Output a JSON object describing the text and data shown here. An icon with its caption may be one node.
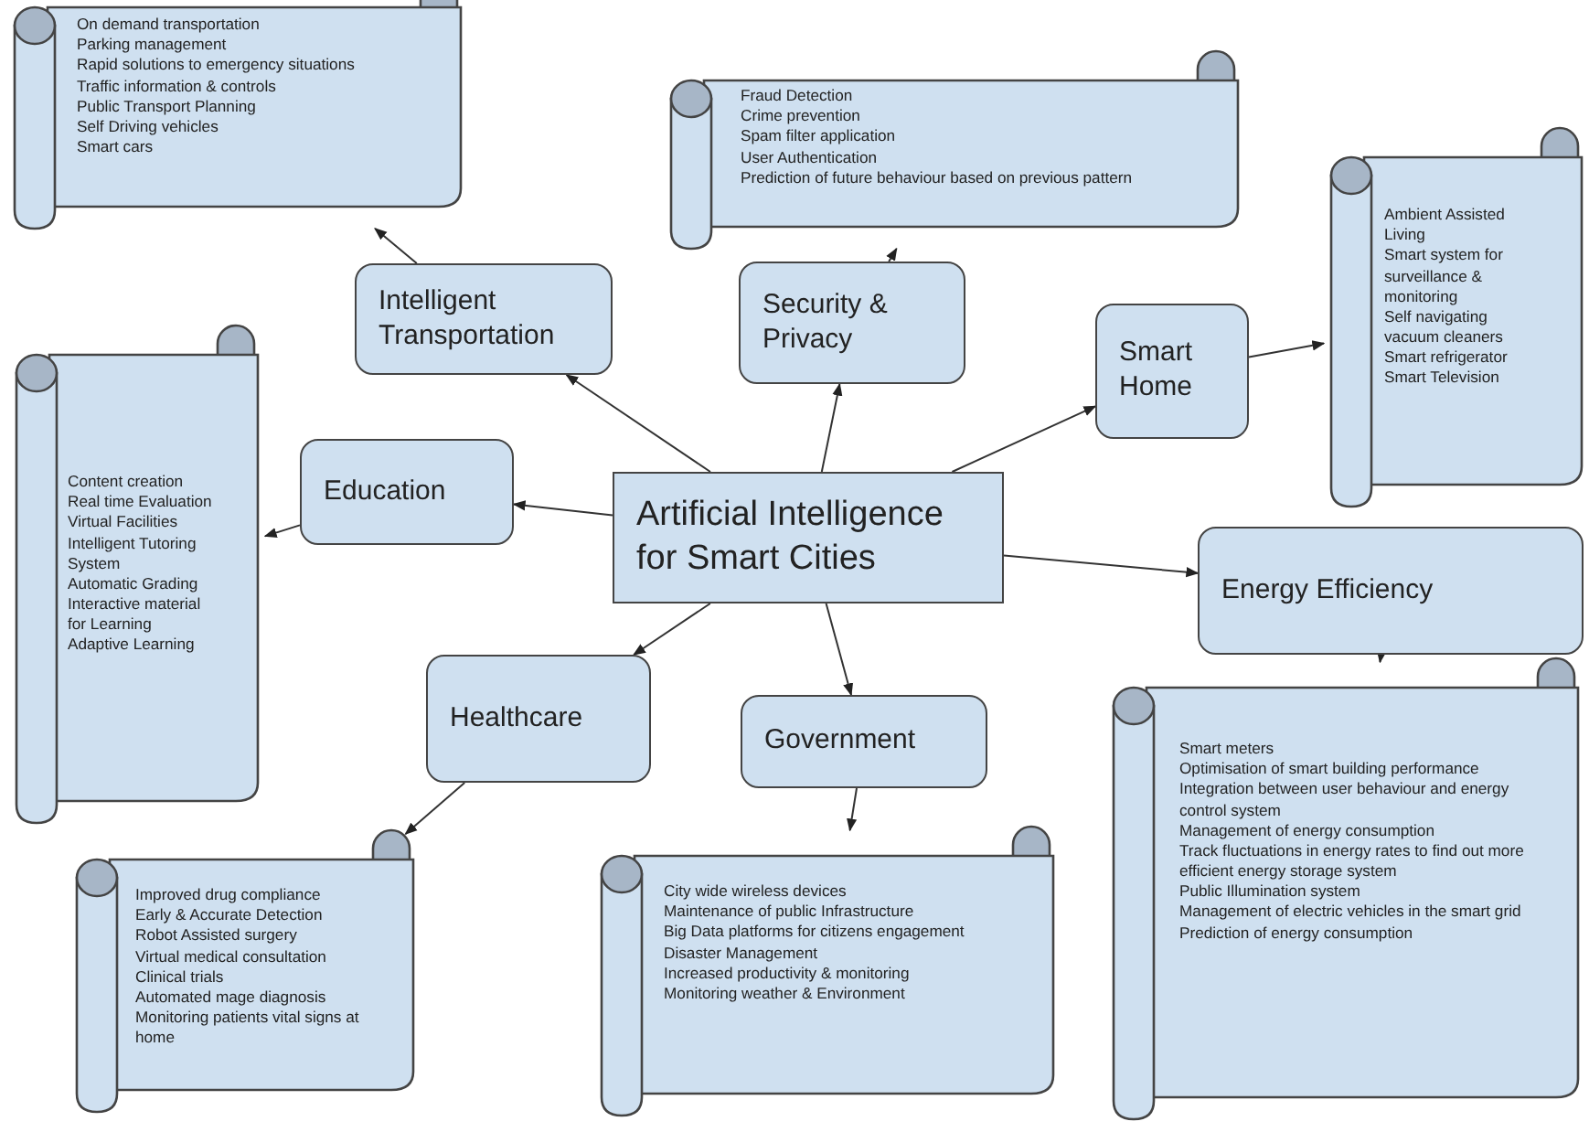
{
  "diagram": {
    "nodes": [
      {
        "text": [
          "Artificial Intelligence for Smart Cities"
        ]
      },
      {
        "text": [
          "Intelligent Transportation"
        ]
      },
      {
        "text": [
          "Security & Privacy"
        ]
      },
      {
        "text": [
          "Smart Home"
        ]
      },
      {
        "text": [
          "Education"
        ]
      },
      {
        "text": [
          "Energy Efficiency"
        ]
      },
      {
        "text": [
          "Healthcare"
        ]
      },
      {
        "text": [
          "Government"
        ]
      },
      {
        "text": [
          "On demand transportation",
          "Parking management",
          "Rapid solutions to emergency situations",
          "Traffic information & controls",
          "Public Transport Planning",
          "Self Driving vehicles",
          "Smart cars"
        ]
      },
      {
        "text": [
          "Fraud Detection",
          "Crime prevention",
          "Spam filter application",
          "User Authentication",
          "Prediction of future behaviour based on previous pattern"
        ]
      },
      {
        "text": [
          "Ambient Assisted Living",
          "Smart system for surveillance & monitoring",
          "Self navigating vacuum cleaners",
          "Smart refrigerator",
          "Smart Television"
        ]
      },
      {
        "text": [
          "Content creation",
          "Real time Evaluation",
          "Virtual Facilities",
          "Intelligent Tutoring System",
          "Automatic Grading",
          "Interactive material for Learning",
          "Adaptive Learning"
        ]
      },
      {
        "text": [
          "Improved drug compliance",
          "Early & Accurate Detection",
          "Robot Assisted surgery",
          "Virtual medical consultation",
          "Clinical trials",
          "Automated mage diagnosis",
          "Monitoring patients vital signs at home"
        ]
      },
      {
        "text": [
          "City wide wireless devices",
          "Maintenance of public Infrastructure",
          "Big Data platforms for citizens engagement",
          "Disaster Management",
          "Increased productivity & monitoring",
          "Monitoring weather & Environment"
        ]
      },
      {
        "text": [
          "Smart meters",
          "Optimisation of smart building performance",
          "Integration between user behaviour and energy control system",
          "Management of energy consumption",
          "Track fluctuations in energy rates to find out more efficient energy storage system",
          "Public Illumination system",
          "Management of electric vehicles in the smart grid",
          "Prediction of energy consumption"
        ]
      }
    ],
    "edges": [
      {
        "from": 0,
        "to": 1,
        "arrow": "to"
      },
      {
        "from": 0,
        "to": 2,
        "arrow": "to"
      },
      {
        "from": 0,
        "to": 3,
        "arrow": "to"
      },
      {
        "from": 0,
        "to": 4,
        "arrow": "to"
      },
      {
        "from": 0,
        "to": 5,
        "arrow": "to"
      },
      {
        "from": 0,
        "to": 6,
        "arrow": "to"
      },
      {
        "from": 0,
        "to": 7,
        "arrow": "to"
      },
      {
        "from": 1,
        "to": 8,
        "arrow": "to"
      },
      {
        "from": 2,
        "to": 9,
        "arrow": "to"
      },
      {
        "from": 3,
        "to": 10,
        "arrow": "to"
      },
      {
        "from": 4,
        "to": 11,
        "arrow": "to"
      },
      {
        "from": 5,
        "to": 14,
        "arrow": "to"
      },
      {
        "from": 6,
        "to": 12,
        "arrow": "to"
      },
      {
        "from": 7,
        "to": 13,
        "arrow": "to"
      }
    ]
  }
}
